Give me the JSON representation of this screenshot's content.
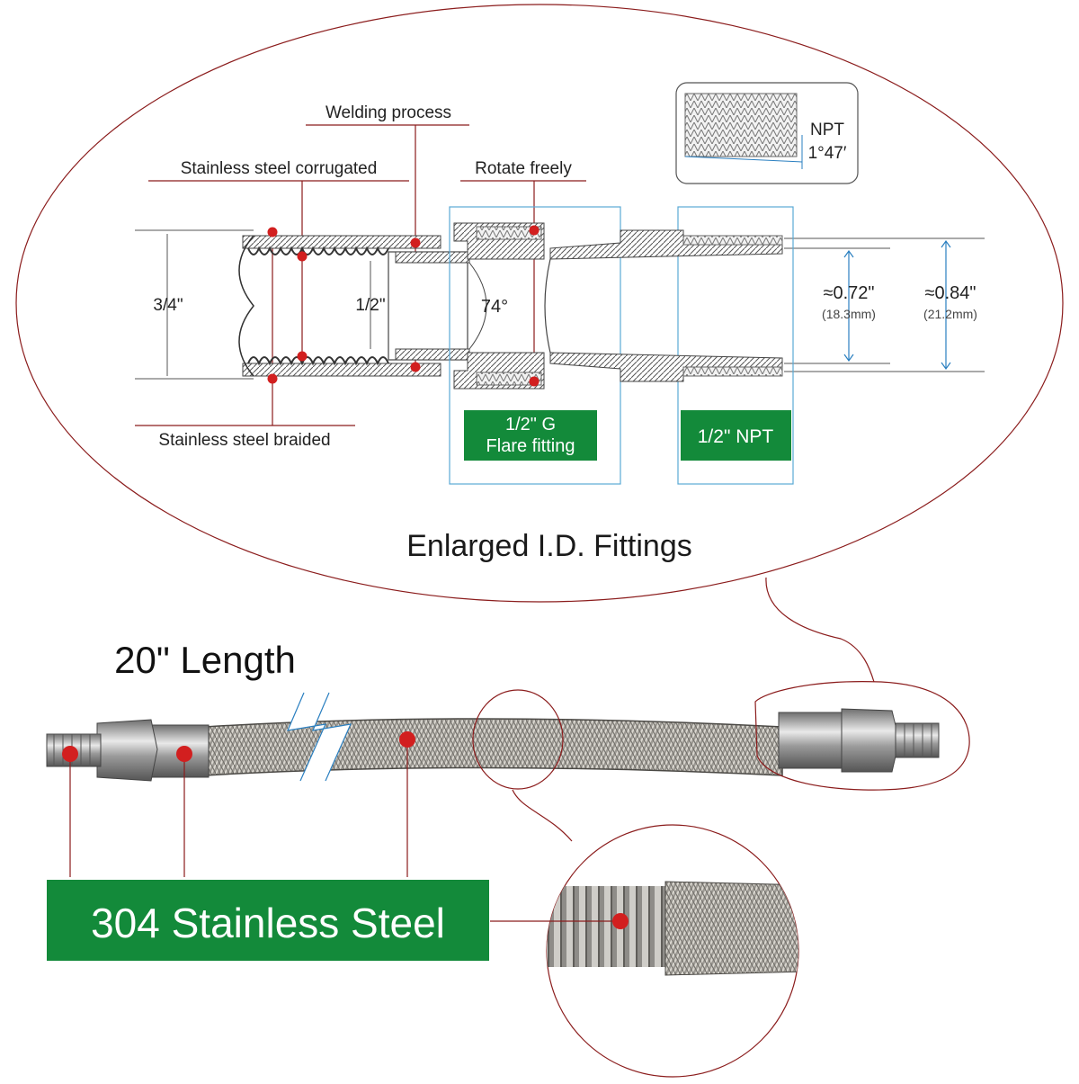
{
  "callouts": {
    "welding": "Welding process",
    "corrugated": "Stainless  steel  corrugated",
    "rotate": "Rotate freely",
    "braided": "Stainless steel braided"
  },
  "dimensions": {
    "outer": "3/4\"",
    "inner": "1/2\"",
    "angle": "74°",
    "id1": "≈0.72\"",
    "id1_mm": "(18.3mm)",
    "id2": "≈0.84\"",
    "id2_mm": "(21.2mm)"
  },
  "thread_inset": {
    "label": "NPT",
    "angle": "1°47′"
  },
  "fittings": {
    "flare_line1": "1/2\" G",
    "flare_line2": "Flare fitting",
    "npt": "1/2\" NPT"
  },
  "bubble_title": "Enlarged I.D. Fittings",
  "length_label": "20\" Length",
  "material_label": "304 Stainless Steel",
  "colors": {
    "accent_red": "#d21f1f",
    "leader": "#8b1c1c",
    "label_green": "#138a3a",
    "frame_blue": "#5aa9d6",
    "steel": "#a9a9a9"
  }
}
